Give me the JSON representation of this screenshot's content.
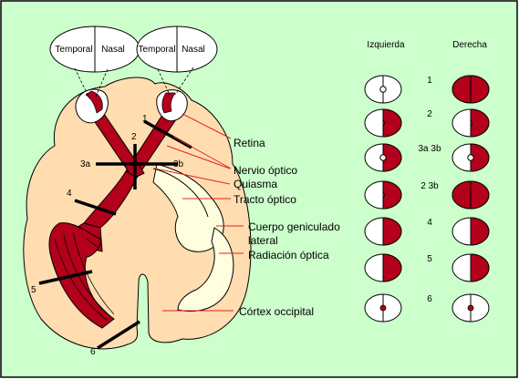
{
  "colors": {
    "background": "#CCFFCC",
    "brain": "#FFDDB0",
    "pathway": "#B3001B",
    "pale": "#FFFFE0",
    "pointer": "#E32020"
  },
  "eyes": {
    "left": {
      "temporal": "Temporal",
      "nasal": "Nasal"
    },
    "right": {
      "temporal": "Temporal",
      "nasal": "Nasal"
    }
  },
  "labels": {
    "retina": "Retina",
    "optic_nerve": "Nervio óptico",
    "chiasm": "Quiasma",
    "optic_tract": "Tracto óptico",
    "lgn_line1": "Cuerpo geniculado",
    "lgn_line2": "lateral",
    "optic_radiation": "Radiación óptica",
    "occipital_cortex": "Córtex occipital"
  },
  "lesion_sites": {
    "s1": "1",
    "s2": "2",
    "s3a": "3a",
    "s3b": "3b",
    "s4": "4",
    "s5": "5",
    "s6": "6"
  },
  "visual_fields": {
    "left_header": "Izquierda",
    "right_header": "Derecha",
    "rows": [
      {
        "label": "1",
        "left": "normal",
        "right": "full"
      },
      {
        "label": "2",
        "left": "temporal",
        "right": "temporal"
      },
      {
        "label": "3a 3b",
        "left": "nasal",
        "right": "nasal"
      },
      {
        "label": "2 3b",
        "left": "temporal",
        "right": "full"
      },
      {
        "label": "4",
        "left": "right-half",
        "right": "right-half"
      },
      {
        "label": "5",
        "left": "right-half",
        "right": "right-half"
      },
      {
        "label": "6",
        "left": "macula",
        "right": "macula"
      }
    ]
  }
}
